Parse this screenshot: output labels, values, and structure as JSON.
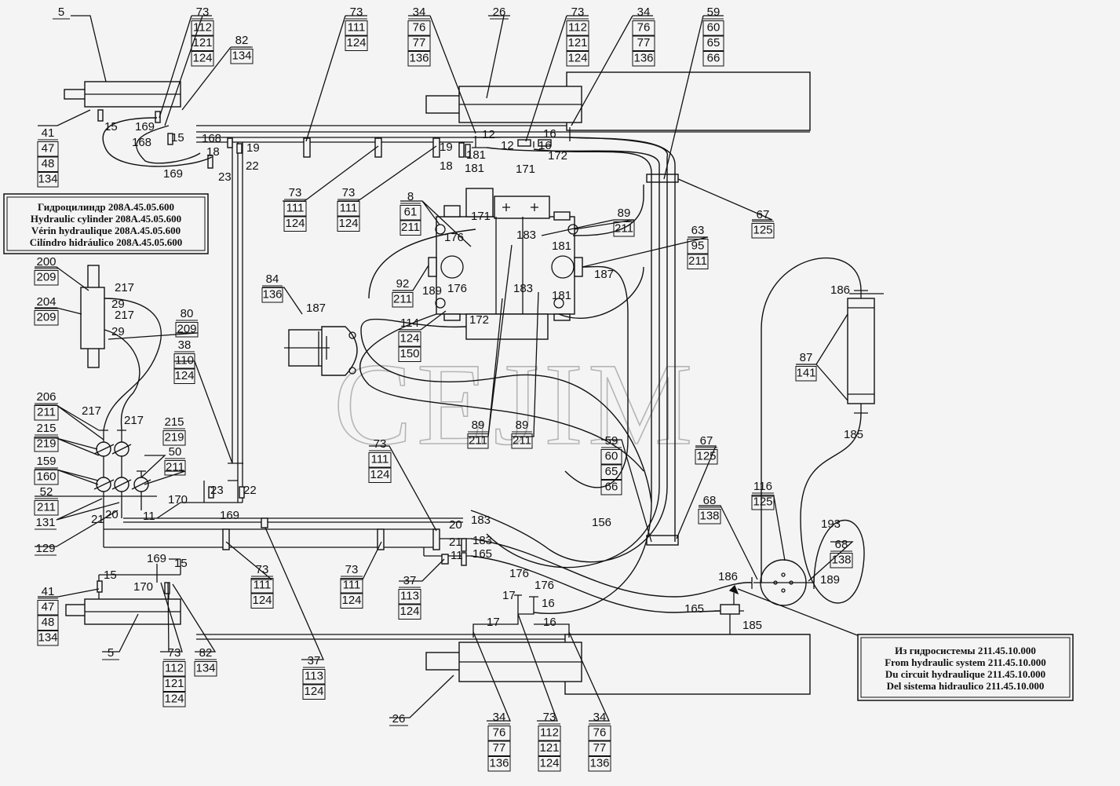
{
  "watermark": "CEJIM",
  "note_cylinder": {
    "lines": [
      "Гидроцилиндр 208А.45.05.600",
      "Hydraulic cylinder 208A.45.05.600",
      "Vérin hydraulique 208A.45.05.600",
      "Cilíndro hidráulico 208A.45.05.600"
    ]
  },
  "note_system": {
    "lines": [
      "Из гидросистемы 211.45.10.000",
      "From hydraulic system 211.45.10.000",
      "Du circuit hydraulique 211.45.10.000",
      "Del sistema hidraulico 211.45.10.000"
    ]
  },
  "callouts": {
    "c5a": [
      "5"
    ],
    "c73a": [
      "73",
      "112",
      "121",
      "124"
    ],
    "c82a": [
      "82",
      "134"
    ],
    "c41a": [
      "41",
      "47",
      "48",
      "134"
    ],
    "c73b": [
      "73",
      "111",
      "124"
    ],
    "c34a": [
      "34",
      "76",
      "77",
      "136"
    ],
    "c26a": [
      "26"
    ],
    "c73c": [
      "73",
      "112",
      "121",
      "124"
    ],
    "c34b": [
      "34",
      "76",
      "77",
      "136"
    ],
    "c59a": [
      "59",
      "60",
      "65",
      "66"
    ],
    "c73d": [
      "73",
      "111",
      "124"
    ],
    "c73e": [
      "73",
      "111",
      "124"
    ],
    "c8": [
      "8",
      "61",
      "211"
    ],
    "c89a": [
      "89",
      "211"
    ],
    "c63": [
      "63",
      "95",
      "211"
    ],
    "c67a": [
      "67",
      "125"
    ],
    "c200": [
      "200",
      "209"
    ],
    "c204": [
      "204",
      "209"
    ],
    "c80": [
      "80",
      "209"
    ],
    "c84": [
      "84",
      "136"
    ],
    "c92": [
      "92",
      "211"
    ],
    "c114": [
      "114",
      "124",
      "150"
    ],
    "c38": [
      "38",
      "110",
      "124"
    ],
    "c87": [
      "87",
      "141"
    ],
    "c206": [
      "206",
      "211"
    ],
    "c215a": [
      "215",
      "219"
    ],
    "c215b": [
      "215",
      "219"
    ],
    "c159": [
      "159",
      "160"
    ],
    "c50": [
      "50",
      "211"
    ],
    "c52": [
      "52",
      "211"
    ],
    "c131": [
      "131"
    ],
    "c129": [
      "129"
    ],
    "c89b": [
      "89",
      "211"
    ],
    "c89c": [
      "89",
      "211"
    ],
    "c59b": [
      "59",
      "60",
      "65",
      "66"
    ],
    "c67b": [
      "67",
      "125"
    ],
    "c73f": [
      "73",
      "111",
      "124"
    ],
    "c116": [
      "116",
      "125"
    ],
    "c68a": [
      "68",
      "138"
    ],
    "c68b": [
      "68",
      "138"
    ],
    "c73g": [
      "73",
      "111",
      "124"
    ],
    "c73h": [
      "73",
      "111",
      "124"
    ],
    "c37a": [
      "37",
      "113",
      "124"
    ],
    "c41b": [
      "41",
      "47",
      "48",
      "134"
    ],
    "c5b": [
      "5"
    ],
    "c73i": [
      "73",
      "112",
      "121",
      "124"
    ],
    "c82b": [
      "82",
      "134"
    ],
    "c37b": [
      "37",
      "113",
      "124"
    ],
    "c26b": [
      "26"
    ],
    "c34c": [
      "34",
      "76",
      "77",
      "136"
    ],
    "c73j": [
      "73",
      "112",
      "121",
      "124"
    ],
    "c34d": [
      "34",
      "76",
      "77",
      "136"
    ]
  },
  "labels": {
    "l15a": "15",
    "l169a": "169",
    "l168a": "168",
    "l15b": "15",
    "l168b": "168",
    "l18a": "18",
    "l19a": "19",
    "l169b": "169",
    "l22a": "22",
    "l23a": "23",
    "l19b": "19",
    "l18b": "18",
    "l181a": "181",
    "l181b": "181",
    "l12a": "12",
    "l12b": "12",
    "l16a": "16",
    "l16b": "16",
    "l172a": "172",
    "l171a": "171",
    "l171b": "171",
    "l176a": "176",
    "l183a": "183",
    "l181c": "181",
    "l187a": "187",
    "l189a": "189",
    "l176b": "176",
    "l172b": "172",
    "l183b": "183",
    "l181d": "181",
    "l187b": "187",
    "l217a": "217",
    "l29a": "29",
    "l217b": "217",
    "l29b": "29",
    "l217c": "217",
    "l217d": "217",
    "l170a": "170",
    "l23b": "23",
    "l22b": "22",
    "l21a": "21",
    "l20a": "20",
    "l11a": "11",
    "l169c": "169",
    "l186a": "186",
    "l185a": "185",
    "l20b": "20",
    "l183c": "183",
    "l21b": "21",
    "l183d": "183",
    "l11b": "11",
    "l165a": "165",
    "l156": "156",
    "l193": "193",
    "l186b": "186",
    "l189b": "189",
    "l165b": "165",
    "l185b": "185",
    "l169d": "169",
    "l15c": "15",
    "l15d": "15",
    "l170b": "170",
    "l176c": "176",
    "l17a": "17",
    "l176d": "176",
    "l16c": "16",
    "l17b": "17",
    "l16d": "16"
  }
}
